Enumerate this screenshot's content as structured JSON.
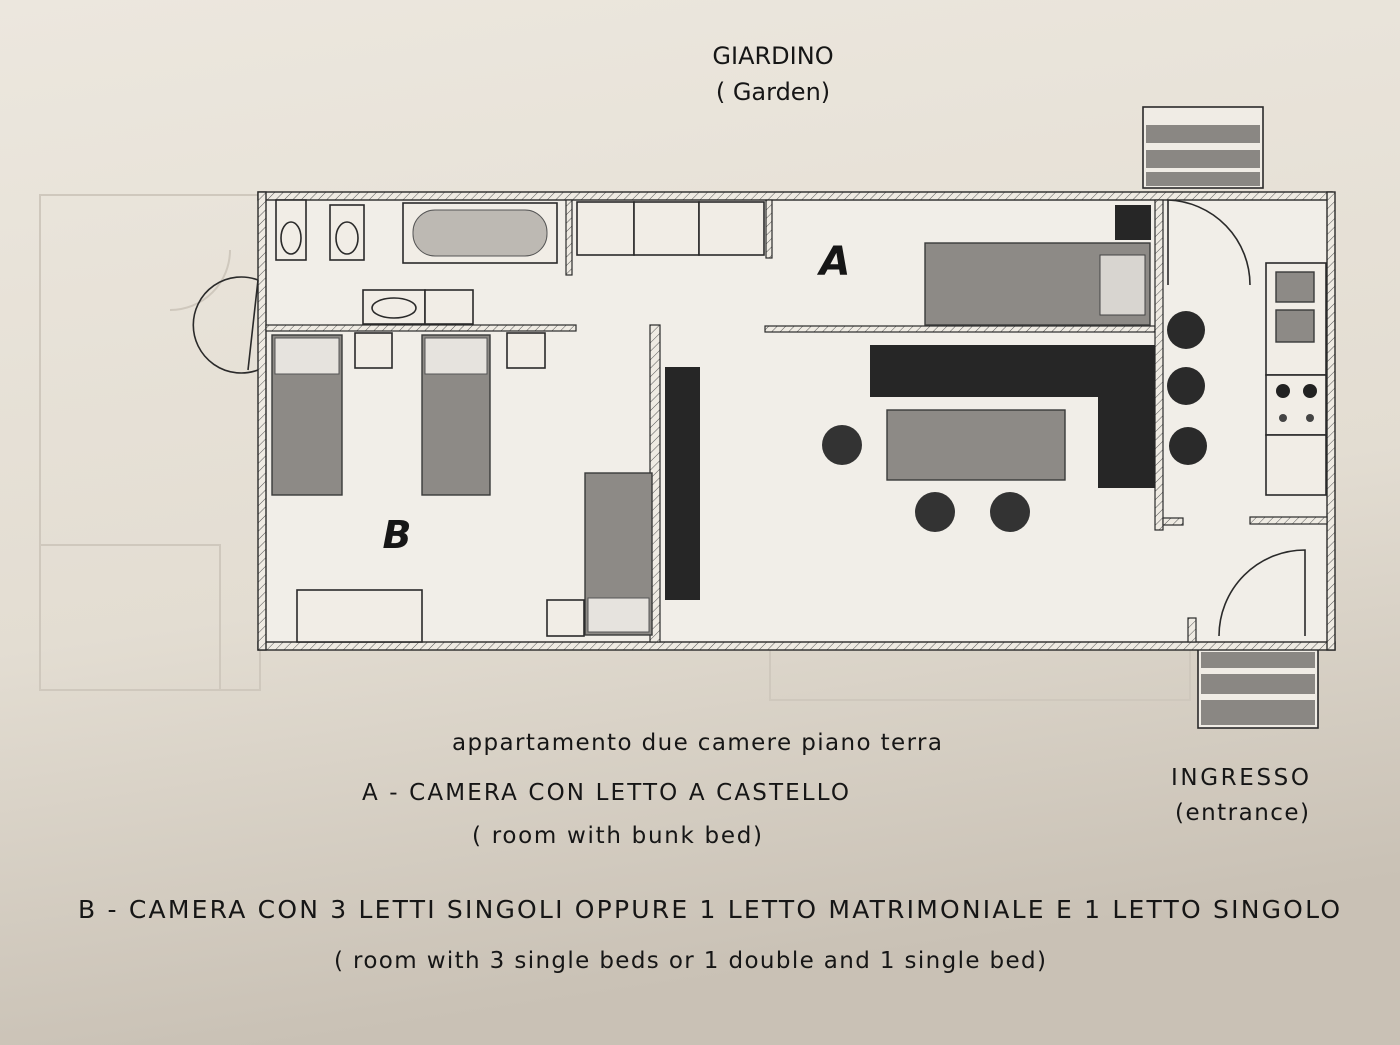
{
  "header": {
    "title": "GIARDINO",
    "subtitle": "( Garden)"
  },
  "rooms": {
    "a_label": "A",
    "b_label": "B"
  },
  "caption": {
    "title": "appartamento due camere piano terra",
    "room_a": "A - CAMERA CON LETTO A CASTELLO",
    "room_a_en": "( room with bunk bed)",
    "room_b": "B - CAMERA CON 3  LETTI SINGOLI OPPURE 1 LETTO MATRIMONIALE E 1 LETTO SINGOLO",
    "room_b_en": "( room with 3 single beds or 1 double and 1 single bed)"
  },
  "entrance": {
    "label": "INGRESSO",
    "label_en": "(entrance)"
  },
  "colors": {
    "paper": "#e6e0d6",
    "ink": "#161616",
    "furniture_gray": "#8d8a86",
    "furniture_dark": "#262626"
  }
}
